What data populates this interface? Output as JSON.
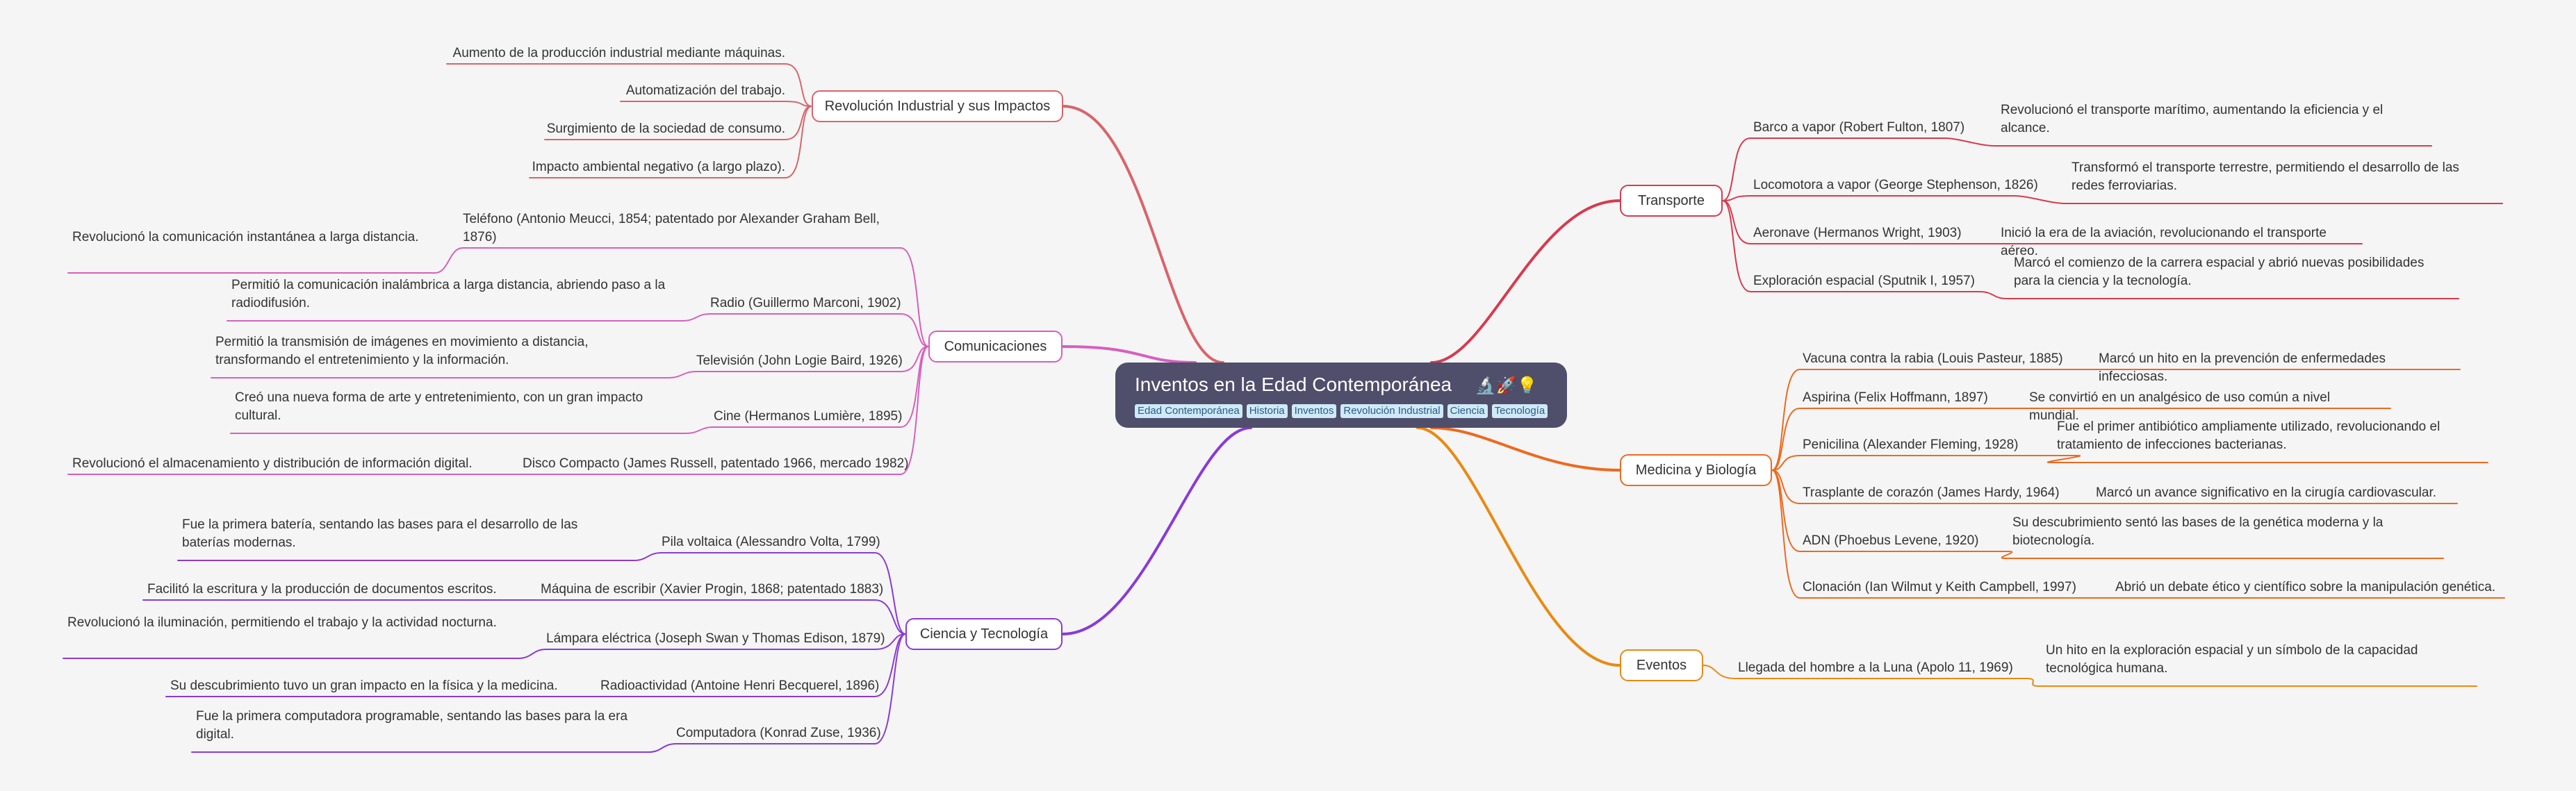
{
  "root": {
    "title": "Inventos en la Edad Contemporánea",
    "emoji": "🔬🚀💡",
    "tags": [
      "Edad Contemporánea",
      "Historia",
      "Inventos",
      "Revolución Industrial",
      "Ciencia",
      "Tecnología"
    ]
  },
  "colors": {
    "revolucion": "#d9646a",
    "comunicaciones": "#d65fbf",
    "ciencia": "#8a3ad6",
    "transporte": "#d73a4f",
    "medicina": "#ec6a1f",
    "eventos": "#e88a12"
  },
  "branches": {
    "revolucion": {
      "label": "Revolución Industrial y sus Impactos",
      "items": [
        {
          "label": "Aumento de la producción industrial mediante máquinas."
        },
        {
          "label": "Automatización del trabajo."
        },
        {
          "label": "Surgimiento de la sociedad de consumo."
        },
        {
          "label": "Impacto ambiental negativo (a largo plazo)."
        }
      ]
    },
    "comunicaciones": {
      "label": "Comunicaciones",
      "items": [
        {
          "label": "Teléfono (Antonio Meucci, 1854; patentado por Alexander Graham Bell, 1876)",
          "desc": "Revolucionó la comunicación instantánea a larga distancia."
        },
        {
          "label": "Radio (Guillermo Marconi, 1902)",
          "desc": "Permitió la comunicación inalámbrica a larga distancia, abriendo paso a la radiodifusión."
        },
        {
          "label": "Televisión (John Logie Baird, 1926)",
          "desc": "Permitió la transmisión de imágenes en movimiento a distancia, transformando el entretenimiento y la información."
        },
        {
          "label": "Cine (Hermanos Lumière, 1895)",
          "desc": "Creó una nueva forma de arte y entretenimiento, con un gran impacto cultural."
        },
        {
          "label": "Disco Compacto (James Russell, patentado 1966, mercado 1982)",
          "desc": "Revolucionó el almacenamiento y distribución de información digital."
        }
      ]
    },
    "ciencia": {
      "label": "Ciencia y Tecnología",
      "items": [
        {
          "label": "Pila voltaica (Alessandro Volta, 1799)",
          "desc": "Fue la primera batería, sentando las bases para el desarrollo de las baterías modernas."
        },
        {
          "label": "Máquina de escribir (Xavier Progin, 1868; patentado 1883)",
          "desc": "Facilitó la escritura y la producción de documentos escritos."
        },
        {
          "label": "Lámpara eléctrica (Joseph Swan y Thomas Edison, 1879)",
          "desc": "Revolucionó la iluminación, permitiendo el trabajo y la actividad nocturna."
        },
        {
          "label": "Radioactividad (Antoine Henri Becquerel, 1896)",
          "desc": "Su descubrimiento tuvo un gran impacto en la física y la medicina."
        },
        {
          "label": "Computadora (Konrad Zuse, 1936)",
          "desc": "Fue la primera computadora programable, sentando las bases para la era digital."
        }
      ]
    },
    "transporte": {
      "label": "Transporte",
      "items": [
        {
          "label": "Barco a vapor (Robert Fulton, 1807)",
          "desc": "Revolucionó el transporte marítimo, aumentando la eficiencia y el alcance."
        },
        {
          "label": "Locomotora a vapor (George Stephenson, 1826)",
          "desc": "Transformó el transporte terrestre, permitiendo el desarrollo de las redes ferroviarias."
        },
        {
          "label": "Aeronave (Hermanos Wright, 1903)",
          "desc": "Inició la era de la aviación, revolucionando el transporte aéreo."
        },
        {
          "label": "Exploración espacial (Sputnik I, 1957)",
          "desc": "Marcó el comienzo de la carrera espacial y abrió nuevas posibilidades para la ciencia y la tecnología."
        }
      ]
    },
    "medicina": {
      "label": "Medicina y Biología",
      "items": [
        {
          "label": "Vacuna contra la rabia (Louis Pasteur, 1885)",
          "desc": "Marcó un hito en la prevención de enfermedades infecciosas."
        },
        {
          "label": "Aspirina (Felix Hoffmann, 1897)",
          "desc": "Se convirtió en un analgésico de uso común a nivel mundial."
        },
        {
          "label": "Penicilina (Alexander Fleming, 1928)",
          "desc": "Fue el primer antibiótico ampliamente utilizado, revolucionando el tratamiento de infecciones bacterianas."
        },
        {
          "label": "Trasplante de corazón (James Hardy, 1964)",
          "desc": "Marcó un avance significativo en la cirugía cardiovascular."
        },
        {
          "label": "ADN (Phoebus Levene, 1920)",
          "desc": "Su descubrimiento sentó las bases de la genética moderna y la biotecnología."
        },
        {
          "label": "Clonación (Ian Wilmut y Keith Campbell, 1997)",
          "desc": "Abrió un debate ético y científico sobre la manipulación genética."
        }
      ]
    },
    "eventos": {
      "label": "Eventos",
      "items": [
        {
          "label": "Llegada del hombre a la Luna (Apolo 11, 1969)",
          "desc": "Un hito en la exploración espacial y un símbolo de la capacidad tecnológica humana."
        }
      ]
    }
  }
}
